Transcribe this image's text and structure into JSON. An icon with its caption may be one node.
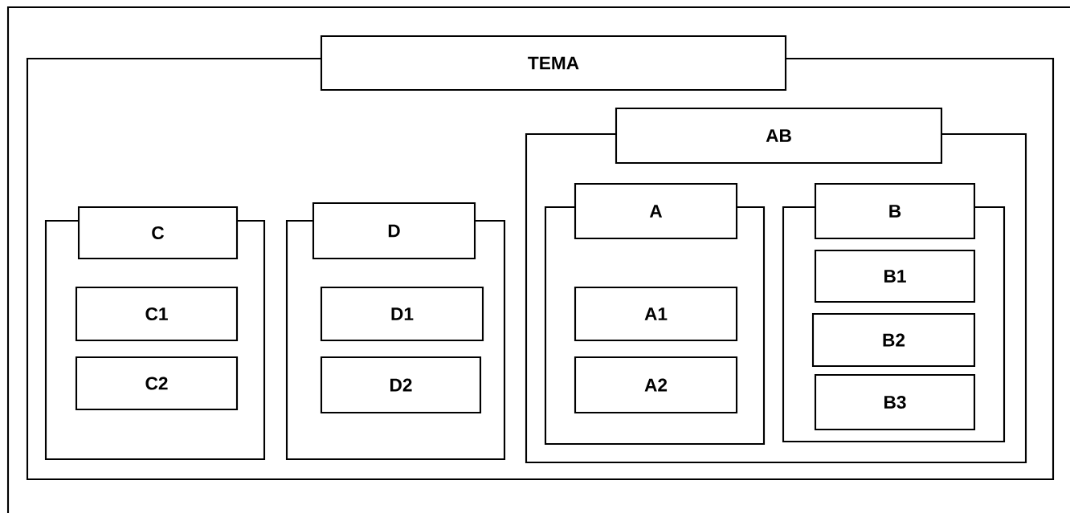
{
  "diagram": {
    "nodes": [
      {
        "text": [
          "TEMA"
        ]
      },
      {
        "text": [],
        "shape": "box"
      },
      {
        "text": [
          "C"
        ],
        "in": 1
      },
      {
        "text": [],
        "shape": "box",
        "in": 1
      },
      {
        "text": [
          "C1"
        ],
        "in": 3
      },
      {
        "text": [
          "C2"
        ],
        "in": 3
      },
      {
        "text": [
          "D"
        ],
        "in": 1
      },
      {
        "text": [],
        "shape": "box",
        "in": 1
      },
      {
        "text": [
          "D1"
        ],
        "in": 7
      },
      {
        "text": [
          "D2"
        ],
        "in": 7
      },
      {
        "text": [
          "AB"
        ],
        "in": 1
      },
      {
        "text": [],
        "shape": "box",
        "in": 1
      },
      {
        "text": [
          "A"
        ],
        "in": 11
      },
      {
        "text": [],
        "shape": "box",
        "in": 11
      },
      {
        "text": [
          "A1"
        ],
        "in": 13
      },
      {
        "text": [
          "A2"
        ],
        "in": 13
      },
      {
        "text": [
          "B"
        ],
        "in": 11
      },
      {
        "text": [],
        "shape": "box",
        "in": 11
      },
      {
        "text": [
          "B1"
        ],
        "in": 17
      },
      {
        "text": [
          "B2"
        ],
        "in": 17
      },
      {
        "text": [
          "B3"
        ],
        "in": 17
      }
    ]
  }
}
